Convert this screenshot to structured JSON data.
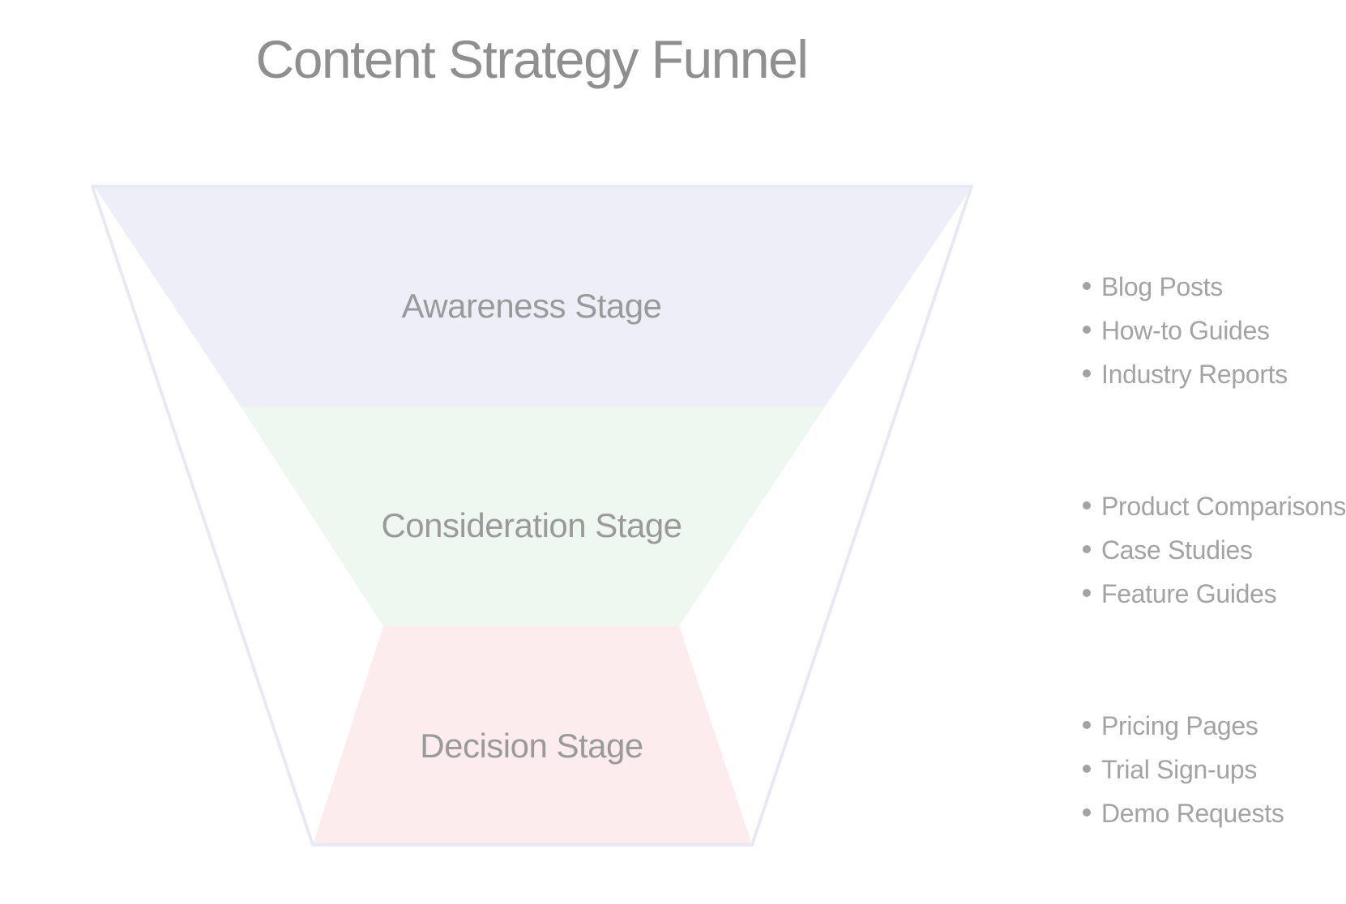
{
  "title": "Content Strategy Funnel",
  "colors": {
    "awareness_fill": "#eeeef8",
    "consideration_fill": "#eff7f1",
    "decision_fill": "#fdeced",
    "outline": "#e9e9f5",
    "text": "#9a9a9a"
  },
  "stages": [
    {
      "label": "Awareness Stage",
      "items": [
        "Blog Posts",
        "How-to Guides",
        "Industry Reports"
      ]
    },
    {
      "label": "Consideration Stage",
      "items": [
        "Product Comparisons",
        "Case Studies",
        "Feature Guides"
      ]
    },
    {
      "label": "Decision Stage",
      "items": [
        "Pricing Pages",
        "Trial Sign-ups",
        "Demo Requests"
      ]
    }
  ]
}
